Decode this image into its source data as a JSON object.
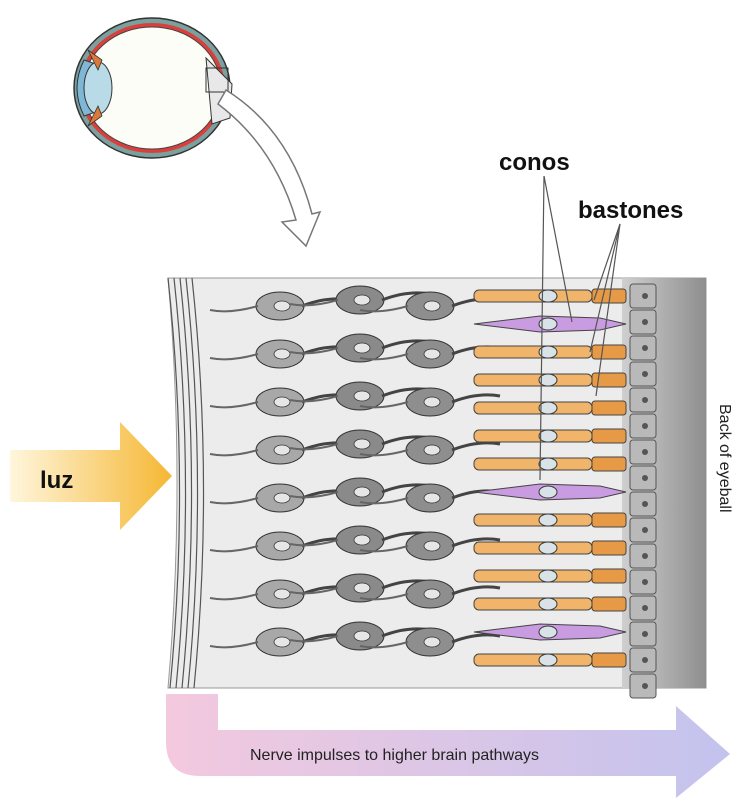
{
  "labels": {
    "cones": "conos",
    "rods": "bastones",
    "light": "luz",
    "back": "Back of eyeball",
    "nerve": "Nerve impulses to higher brain pathways"
  },
  "colors": {
    "rod": "#f0b46a",
    "cone": "#c99be0",
    "light_arrow": "#f5b733",
    "nerve_arrow_start": "#f3c9de",
    "nerve_arrow_end": "#c3c3ee",
    "neuron": "#9a9a9a",
    "outline": "#333333"
  },
  "icons": [
    "eyeball-illustration",
    "retina-cross-section",
    "light-arrow",
    "nerve-impulse-arrow",
    "zoom-arrow"
  ]
}
